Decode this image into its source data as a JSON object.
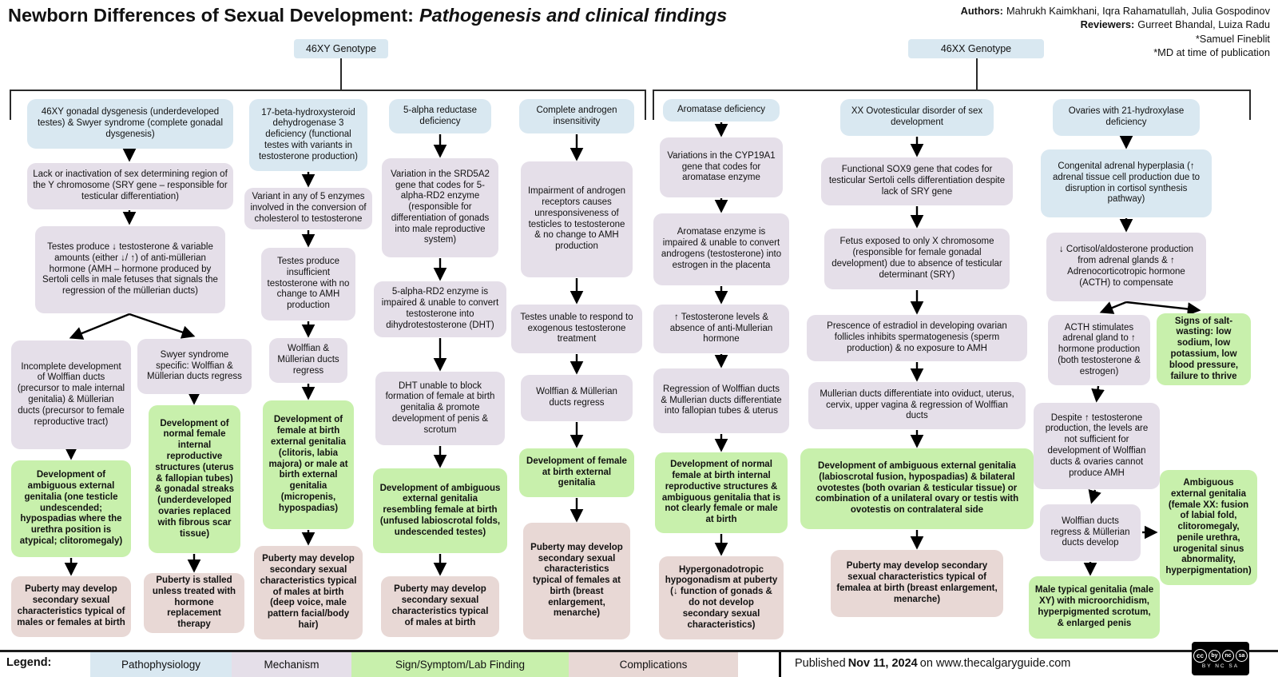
{
  "header": {
    "title_main": "Newborn Differences of Sexual Development:",
    "title_italic": "Pathogenesis and clinical findings",
    "authors_label": "Authors:",
    "authors": "Mahrukh Kaimkhani, Iqra Rahamatullah, Julia Gospodinov",
    "reviewers_label": "Reviewers:",
    "reviewers": "Gurreet Bhandal, Luiza Radu",
    "reviewer_extra": "*Samuel Fineblit",
    "md_note": "*MD at time of publication"
  },
  "genotypes": {
    "xy": "46XY Genotype",
    "xx": "46XX Genotype"
  },
  "boxes": {
    "gd_cause": "46XY gonadal dysgenesis (underdeveloped testes) & Swyer syndrome (complete gonadal dysgenesis)",
    "gd_sry": "Lack or inactivation of sex determining region of the Y chromosome (SRY gene – responsible for testicular differentiation)",
    "gd_testes": "Testes produce ↓ testosterone & variable amounts (either ↓/ ↑) of anti-müllerian hormone (AMH – hormone produced by Sertoli cells in male fetuses that signals the regression of the müllerian ducts)",
    "gd_incomplete": "Incomplete development of Wolffian ducts (precursor to male internal genitalia) & Müllerian ducts (precursor to female reproductive tract)",
    "gd_swyer": "Swyer syndrome specific: Wolffian & Müllerian ducts regress",
    "gd_ambiguous": "Development of ambiguous external genitalia (one testicle undescended; hypospadias where the urethra position is atypical; clitoromegaly)",
    "gd_female_internal": "Development of normal female internal reproductive structures (uterus & fallopian tubes) & gonadal streaks (underdeveloped ovaries replaced with fibrous scar tissue)",
    "gd_puberty": "Puberty may develop secondary sexual characteristics typical of males or females at birth",
    "gd_puberty_stalled": "Puberty is stalled unless treated with hormone replacement therapy",
    "hsd_cause": "17-beta-hydroxysteroid dehydrogenase 3 deficiency (functional testes with variants in testosterone production)",
    "hsd_variant": "Variant in any of 5 enzymes involved in the conversion of cholesterol to testosterone",
    "hsd_testes": "Testes produce insufficient testosterone with no change to AMH production",
    "hsd_ducts": "Wolffian & Müllerian ducts regress",
    "hsd_genitalia": "Development of female at birth external genitalia (clitoris, labia majora) or male at birth external genitalia (micropenis, hypospadias)",
    "hsd_puberty": "Puberty may develop secondary sexual characteristics typical of males at birth (deep voice, male pattern facial/body hair)",
    "ard_cause": "5-alpha reductase deficiency",
    "ard_gene": "Variation in the SRD5A2 gene that codes for 5-alpha-RD2 enzyme (responsible for differentiation of gonads into male reproductive system)",
    "ard_enzyme": "5-alpha-RD2 enzyme is impaired & unable to convert testosterone into dihydrotestosterone (DHT)",
    "ard_dht": "DHT unable to block formation of female at birth genitalia & promote development of penis & scrotum",
    "ard_genitalia": "Development of ambiguous external genitalia resembling female at birth (unfused labioscrotal folds, undescended testes)",
    "ard_puberty": "Puberty may develop secondary sexual characteristics typical of males at birth",
    "cai_cause": "Complete androgen insensitivity",
    "cai_receptors": "Impairment of androgen receptors causes unresponsiveness of testicles to testosterone & no change to AMH production",
    "cai_testes": "Testes unable to respond to exogenous testosterone treatment",
    "cai_ducts": "Wolffian & Müllerian ducts regress",
    "cai_genitalia": "Development of female at birth external genitalia",
    "cai_puberty": "Puberty may develop secondary sexual characteristics typical of females at birth (breast enlargement, menarche)",
    "aro_cause": "Aromatase deficiency",
    "aro_gene": "Variations in the CYP19A1 gene that codes for aromatase enzyme",
    "aro_enzyme": "Aromatase enzyme is impaired & unable to convert androgens (testosterone) into estrogen in the placenta",
    "aro_testosterone": "↑ Testosterone levels & absence of anti-Mullerian hormone",
    "aro_ducts": "Regression of Wolffian ducts & Mullerian ducts differentiate into fallopian tubes & uterus",
    "aro_genitalia": "Development of normal female at birth internal reproductive structures & ambiguous genitalia that is not clearly female or male at birth",
    "aro_puberty": "Hypergonadotropic hypogonadism at puberty (↓ function of gonads & do not develop secondary sexual characteristics)",
    "ovo_cause": "XX Ovotesticular disorder of sex development",
    "ovo_sox9": "Functional SOX9 gene that codes for testicular Sertoli cells differentiation despite lack of SRY gene",
    "ovo_fetus": "Fetus exposed to only X chromosome (responsible for female gonadal development) due to absence of testicular determinant (SRY)",
    "ovo_estradiol": "Prescence of estradiol in developing ovarian follicles inhibits spermatogenesis (sperm production) & no exposure to AMH",
    "ovo_ducts": "Mullerian ducts differentiate into oviduct, uterus, cervix, upper vagina & regression of Wolffian ducts",
    "ovo_genitalia": "Development of ambiguous external genitalia (labioscrotal fusion, hypospadias) & bilateral ovotestes (both ovarian & testicular tissue) or combination of a unilateral ovary or testis with ovotestis on contralateral side",
    "ovo_puberty": "Puberty may develop secondary sexual characteristics typical of femalea at birth (breast enlargement, menarche)",
    "cah_cause": "Ovaries with 21-hydroxylase deficiency",
    "cah_hyperplasia": "Congenital adrenal hyperplasia (↑ adrenal tissue cell production due to disruption in cortisol synthesis pathway)",
    "cah_cortisol": "↓ Cortisol/aldosterone production from adrenal glands & ↑ Adrenocorticotropic hormone (ACTH) to compensate",
    "cah_acth": "ACTH stimulates adrenal gland to ↑ hormone production (both testosterone & estrogen)",
    "cah_salt": "Signs of salt-wasting: low sodium, low potassium, low blood pressure, failure to thrive",
    "cah_testosterone": "Despite ↑ testosterone production, the levels are not sufficient for development of Wolffian ducts & ovaries cannot produce AMH",
    "cah_ducts": "Wolffian ducts regress & Müllerian ducts develop",
    "cah_ambiguous": "Ambiguous external genitalia (female XX: fusion of labial fold, clitoromegaly, penile urethra, urogenital sinus abnormality, hyperpigmentation)",
    "cah_male": "Male typical genitalia (male XY) with microorchidism, hyperpigmented scrotum, & enlarged penis"
  },
  "legend": {
    "label": "Legend:",
    "items": [
      {
        "label": "Pathophysiology",
        "color": "#d9e8f1"
      },
      {
        "label": "Mechanism",
        "color": "#e5dfe9"
      },
      {
        "label": "Sign/Symptom/Lab Finding",
        "color": "#c8f0ac"
      },
      {
        "label": "Complications",
        "color": "#e8d8d5"
      }
    ]
  },
  "footer": {
    "published_prefix": "Published",
    "published_date": "Nov 11, 2024",
    "published_suffix": "on www.thecalgaryguide.com",
    "license_icons": [
      "cc",
      "by",
      "nc",
      "sa"
    ],
    "license_caption": "BY NC SA"
  }
}
